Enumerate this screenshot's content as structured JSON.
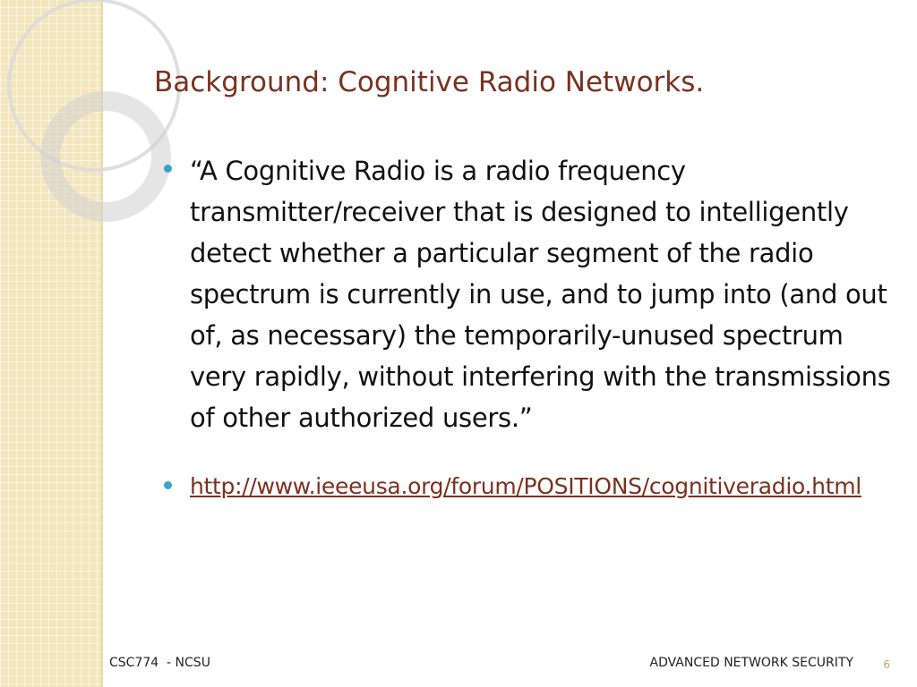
{
  "slide": {
    "title": "Background: Cognitive Radio Networks.",
    "bullets": {
      "quote": "“A Cognitive Radio is a radio frequency transmitter/receiver that is designed to intelligently detect whether a particular segment of the radio spectrum is currently in use, and to jump into (and out of, as necessary) the temporarily-unused spectrum very rapidly, without interfering with the transmissions of other authorized users.”",
      "link_text": "http://www.ieeeusa.org/forum/POSITIONS/cognitiveradio.html"
    },
    "footer": {
      "left": "CSC774  - NCSU",
      "right": "ADVANCED NETWORK SECURITY",
      "page_number": "6"
    }
  },
  "colors": {
    "title": "#7a3220",
    "bullet": "#3aa4c6",
    "side_band": "#f3e6bd",
    "link": "#7a3220"
  }
}
